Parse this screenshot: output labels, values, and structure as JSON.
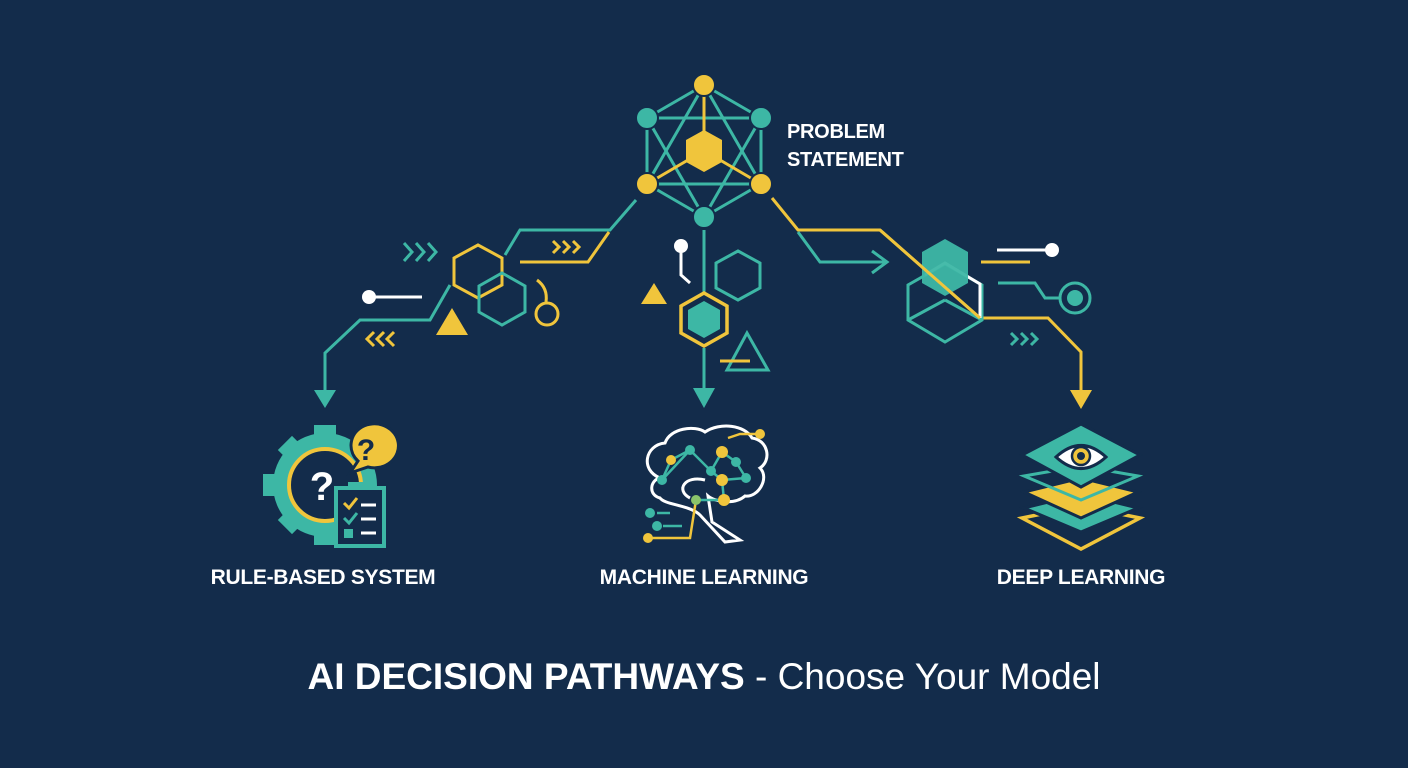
{
  "colors": {
    "background": "#132c4b",
    "teal": "#3db7a5",
    "yellow": "#f0c53c",
    "white": "#ffffff"
  },
  "problem": {
    "line1": "PROBLEM",
    "line2": "STATEMENT"
  },
  "pathways": [
    {
      "label": "RULE-BASED SYSTEM",
      "icon": "gear-question-checklist-icon"
    },
    {
      "label": "MACHINE LEARNING",
      "icon": "neural-brain-icon"
    },
    {
      "label": "DEEP LEARNING",
      "icon": "layered-eye-icon"
    }
  ],
  "title": {
    "bold": "AI DECISION PATHWAYS",
    "light": " - Choose Your Model"
  }
}
